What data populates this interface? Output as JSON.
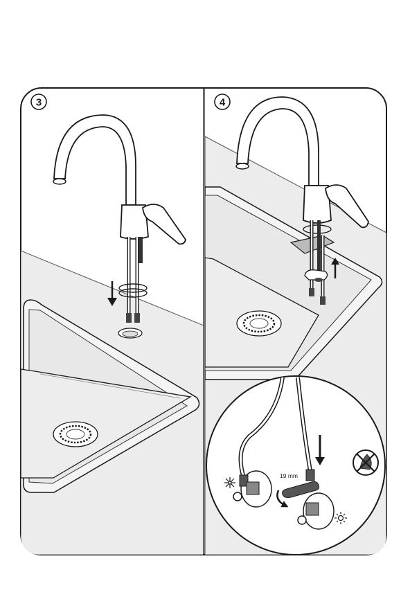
{
  "panels": [
    {
      "step": "3"
    },
    {
      "step": "4"
    }
  ],
  "detail": {
    "wrench_size": "19 mm"
  },
  "icons": {
    "cold": "snowflake-icon",
    "hot": "sun-icon",
    "no_dishwasher": "no-dishwasher-icon"
  }
}
